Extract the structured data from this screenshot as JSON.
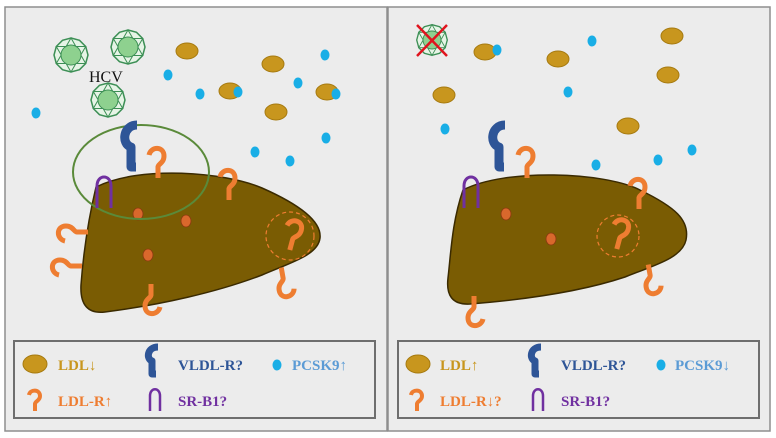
{
  "colors": {
    "panel_bg": "#ececec",
    "panel_border": "#8e8e8e",
    "legend_border": "#6e6e6e",
    "liver": "#7a5c03",
    "liver_stroke": "#3a2a00",
    "ldl": "#c8961e",
    "ldl_stroke": "#a67a10",
    "pcsk9": "#19aee6",
    "ldlr": "#ee7d31",
    "vldlr": "#2e5597",
    "srb1": "#7030a0",
    "virus": "#8ed18f",
    "virus_stroke": "#3c8f55",
    "highlight_ring": "#5a8a3a",
    "cross": "#e0141e"
  },
  "left_panel": {
    "hcv_label": "HCV",
    "legend": {
      "ldl_label": "LDL↓",
      "vldlr_label": "VLDL-R?",
      "pcsk9_label": "PCSK9↑",
      "ldlr_label": "LDL-R↑",
      "srb1_label": "SR-B1?"
    }
  },
  "right_panel": {
    "legend": {
      "ldl_label": "LDL↑",
      "vldlr_label": "VLDL-R?",
      "pcsk9_label": "PCSK9↓",
      "ldlr_label": "LDL-R↓?",
      "srb1_label": "SR-B1?"
    }
  }
}
